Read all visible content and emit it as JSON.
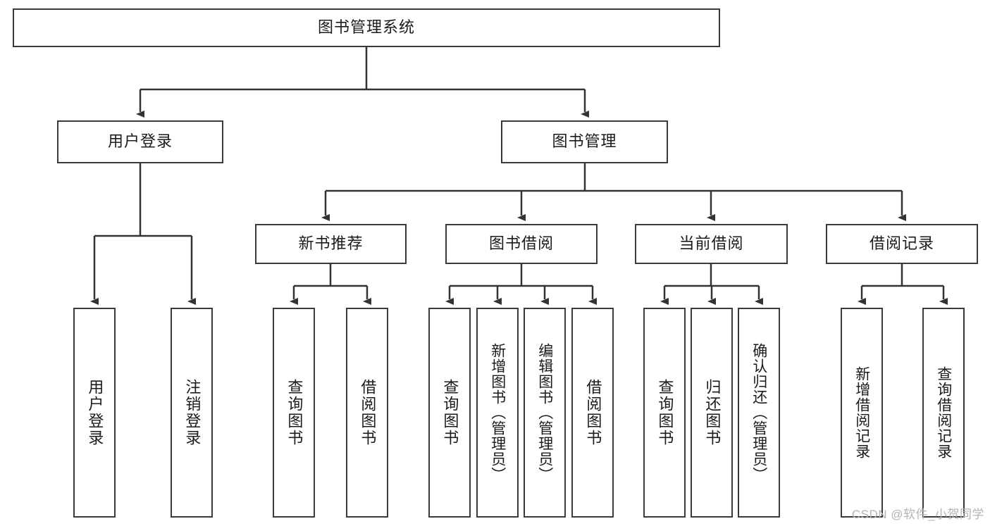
{
  "diagram": {
    "title_node": {
      "label": "图书管理系统"
    },
    "level2": [
      {
        "label": "用户登录"
      },
      {
        "label": "图书管理"
      }
    ],
    "level3": [
      {
        "label": "新书推荐"
      },
      {
        "label": "图书借阅"
      },
      {
        "label": "当前借阅"
      },
      {
        "label": "借阅记录"
      }
    ],
    "leaves": {
      "user_login": [
        {
          "label": "用户登录"
        },
        {
          "label": "注销登录"
        }
      ],
      "new_book_recommend": [
        {
          "label": "查询图书"
        },
        {
          "label": "借阅图书"
        }
      ],
      "book_borrow": [
        {
          "label": "查询图书"
        },
        {
          "label": "新增图书（管理员）"
        },
        {
          "label": "编辑图书（管理员）"
        },
        {
          "label": "借阅图书"
        }
      ],
      "current_borrow": [
        {
          "label": "查询图书"
        },
        {
          "label": "归还图书"
        },
        {
          "label": "确认归还（管理员）"
        }
      ],
      "borrow_record": [
        {
          "label": "新增借阅记录"
        },
        {
          "label": "查询借阅记录"
        }
      ]
    }
  },
  "watermark": {
    "text": "CSDN @软件_小贺同学"
  },
  "colors": {
    "box_border": "#3a3a3a",
    "box_fill": "#ffffff",
    "connector": "#333333",
    "text": "#1b1b1b",
    "watermark": "#b4b4b4"
  }
}
